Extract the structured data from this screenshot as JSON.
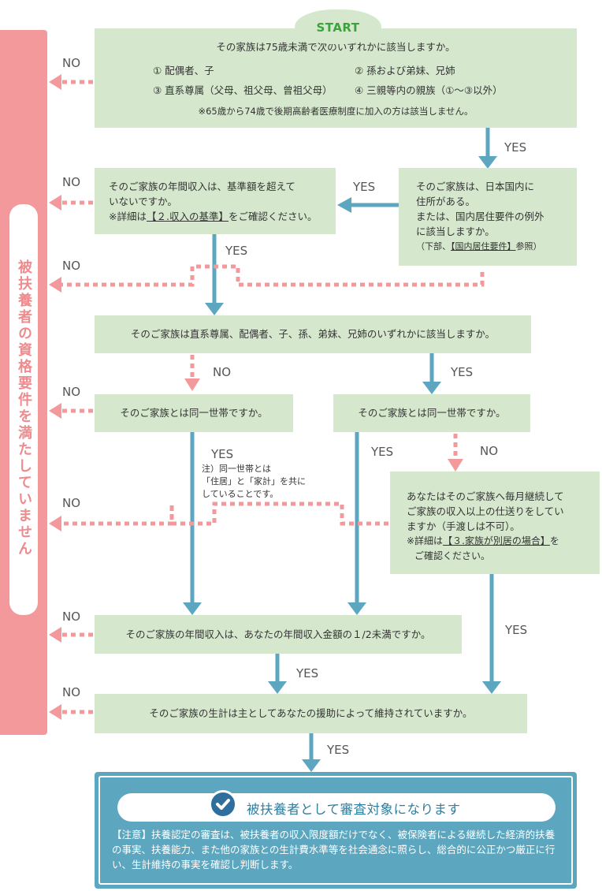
{
  "start": "START",
  "sidebar": "被扶養者の資格要件を満たしていません",
  "labels": {
    "yes": "YES",
    "no": "NO"
  },
  "q1": {
    "text": "その家族は75歳未満で次のいずれかに該当しますか。",
    "opt1": "① 配偶者、子",
    "opt2": "② 孫および弟妹、兄姉",
    "opt3": "③ 直系尊属（父母、祖父母、曾祖父母）",
    "opt4": "④ 三親等内の親族（①〜③以外）",
    "note": "※65歳から74歳で後期高齢者医療制度に加入の方は該当しません。"
  },
  "q2": {
    "line1": "そのご家族は、日本国内に",
    "line2": "住所がある。",
    "line3": "または、国内居住要件の例外",
    "line4": "に該当しますか。",
    "line5_pre": "（下部、",
    "line5_link": "【国内居住要件】",
    "line5_post": "参照）"
  },
  "q3": {
    "line1": "そのご家族の年間収入は、基準額を超えて",
    "line2": "いないですか。",
    "line3_pre": "※詳細は",
    "line3_link": "【２.収入の基準】",
    "line3_post": "をご確認ください。"
  },
  "q4": {
    "text": "そのご家族は直系尊属、配偶者、子、孫、弟妹、兄姉のいずれかに該当しますか。"
  },
  "q5": {
    "text": "そのご家族とは同一世帯ですか。"
  },
  "q6": {
    "text": "そのご家族とは同一世帯ですか。"
  },
  "note_household": {
    "line1": "注）同一世帯とは",
    "line2": "「住居」と「家計」を共に",
    "line3": "していることです。"
  },
  "q7": {
    "line1": "あなたはそのご家族へ毎月継続して",
    "line2": "ご家族の収入以上の仕送りをしてい",
    "line3": "ますか（手渡しは不可）。",
    "line4_pre": "※詳細は",
    "line4_link": "【３.家族が別居の場合】",
    "line4_post": "を",
    "line5": "ご確認ください。"
  },
  "q8": {
    "text": "そのご家族の年間収入は、あなたの年間収入金額の１/2未満ですか。"
  },
  "q9": {
    "text": "そのご家族の生計は主としてあなたの援助によって維持されていますか。"
  },
  "result": {
    "title": "被扶養者として審査対象になります",
    "note": "【注意】扶養認定の審査は、被扶養者の収入限度額だけでなく、被保険者による継続した経済的扶養の事実、扶養能力、また他の家族との生計費水準等を社会通念に照らし、総合的に公正かつ厳正に行い、生計維持の事実を確認し判断します。"
  },
  "colors": {
    "box": "#d5e8cd",
    "yes_arrow": "#5ca6bf",
    "no_arrow": "#f4999b",
    "sidebar": "#f4999b",
    "start_text": "#3aa33a"
  }
}
